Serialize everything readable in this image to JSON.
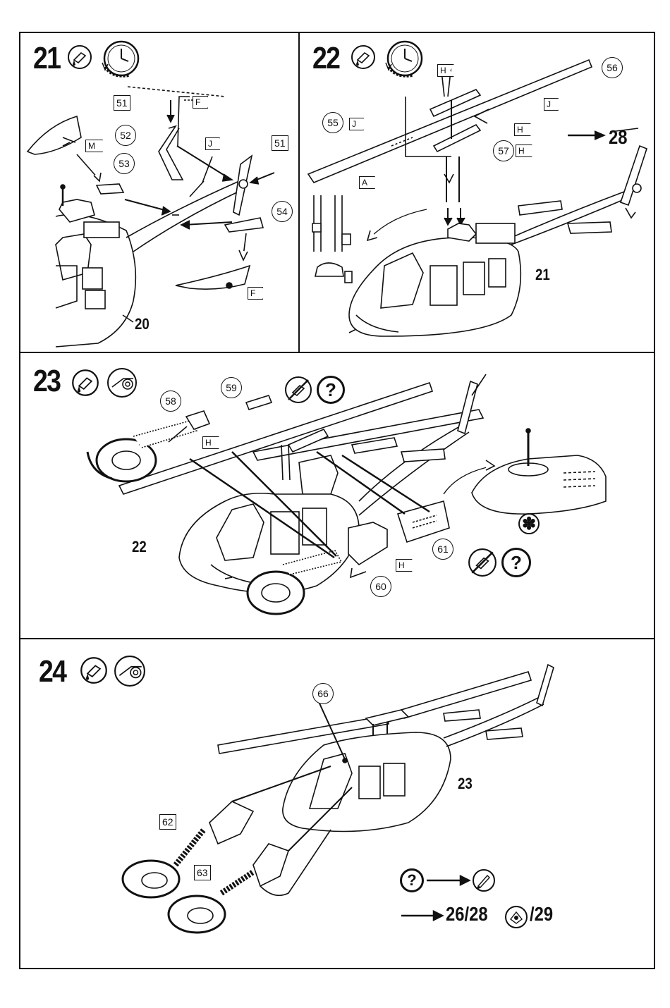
{
  "steps": {
    "s21": {
      "number": "21",
      "parts": [
        "51",
        "52",
        "53",
        "54"
      ],
      "box_parts": [
        "51",
        "51"
      ],
      "flags": [
        "F",
        "J",
        "M",
        "F"
      ],
      "ref": "20"
    },
    "s22": {
      "number": "22",
      "parts": [
        "55",
        "56",
        "57"
      ],
      "flags": [
        "H",
        "J",
        "J",
        "H",
        "H",
        "A"
      ],
      "ref": "21",
      "goto": "28"
    },
    "s23": {
      "number": "23",
      "parts": [
        "58",
        "59",
        "60",
        "61"
      ],
      "flags": [
        "H",
        "H"
      ],
      "ref": "22",
      "question": "?"
    },
    "s24": {
      "number": "24",
      "parts": [
        "66"
      ],
      "box_parts": [
        "62",
        "63"
      ],
      "ref": "23",
      "question": "?",
      "goto_text": "26/28",
      "goto_suffix": "/29"
    }
  }
}
